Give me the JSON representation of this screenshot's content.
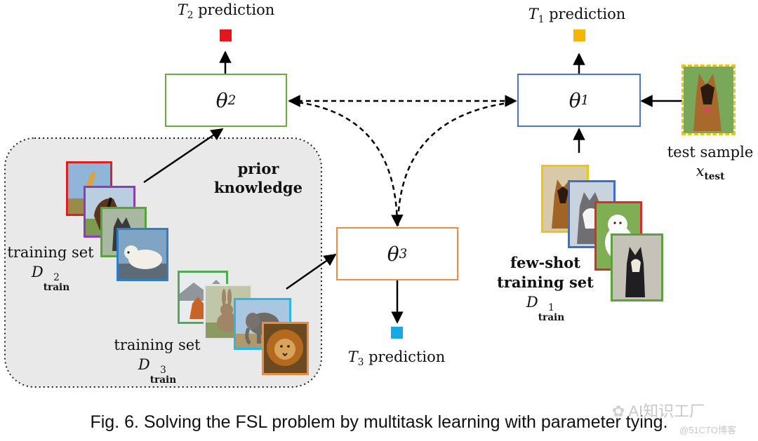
{
  "predictions": {
    "t2": {
      "var": "T",
      "sub": "2",
      "text": "prediction"
    },
    "t1": {
      "var": "T",
      "sub": "1",
      "text": "prediction"
    },
    "t3": {
      "var": "T",
      "sub": "3",
      "text": "prediction"
    }
  },
  "prediction_colors": {
    "t2": "#e8141c",
    "t1": "#f5b400",
    "t3": "#17a9e6"
  },
  "params": {
    "theta2": {
      "symbol": "θ",
      "sub": "2"
    },
    "theta1": {
      "symbol": "θ",
      "sub": "1"
    },
    "theta3": {
      "symbol": "θ",
      "sub": "3"
    }
  },
  "box_colors": {
    "theta2": "#6aab3c",
    "theta1": "#4a76c6",
    "theta3": "#f08a3c"
  },
  "prior": {
    "line1": "prior",
    "line2": "knowledge"
  },
  "train2": {
    "text": "training set",
    "var": "D",
    "sub": "train",
    "sup": "2"
  },
  "train3": {
    "text": "training set",
    "var": "D",
    "sub": "train",
    "sup": "3"
  },
  "train1": {
    "line1": "few-shot",
    "line2": "training set",
    "var": "D",
    "sub": "train",
    "sup": "1"
  },
  "test": {
    "text": "test sample",
    "var": "x",
    "sub": "test"
  },
  "caption": "Fig. 6.  Solving the FSL problem by multitask learning with parameter tying.",
  "watermark": {
    "brand": "AI知识工厂",
    "site": "@51CTO博客"
  },
  "photos": {
    "giraffe": "giraffe",
    "horse": "horse",
    "husky": "husky",
    "polar_bear": "polar-bear",
    "fox": "fox",
    "rabbit": "rabbit",
    "elephant": "elephant",
    "lion": "lion",
    "shepherd": "german-shepherd",
    "malamute": "malamute",
    "samoyed": "samoyed",
    "shiba": "black-shiba",
    "test_dog": "german-shepherd-test"
  }
}
